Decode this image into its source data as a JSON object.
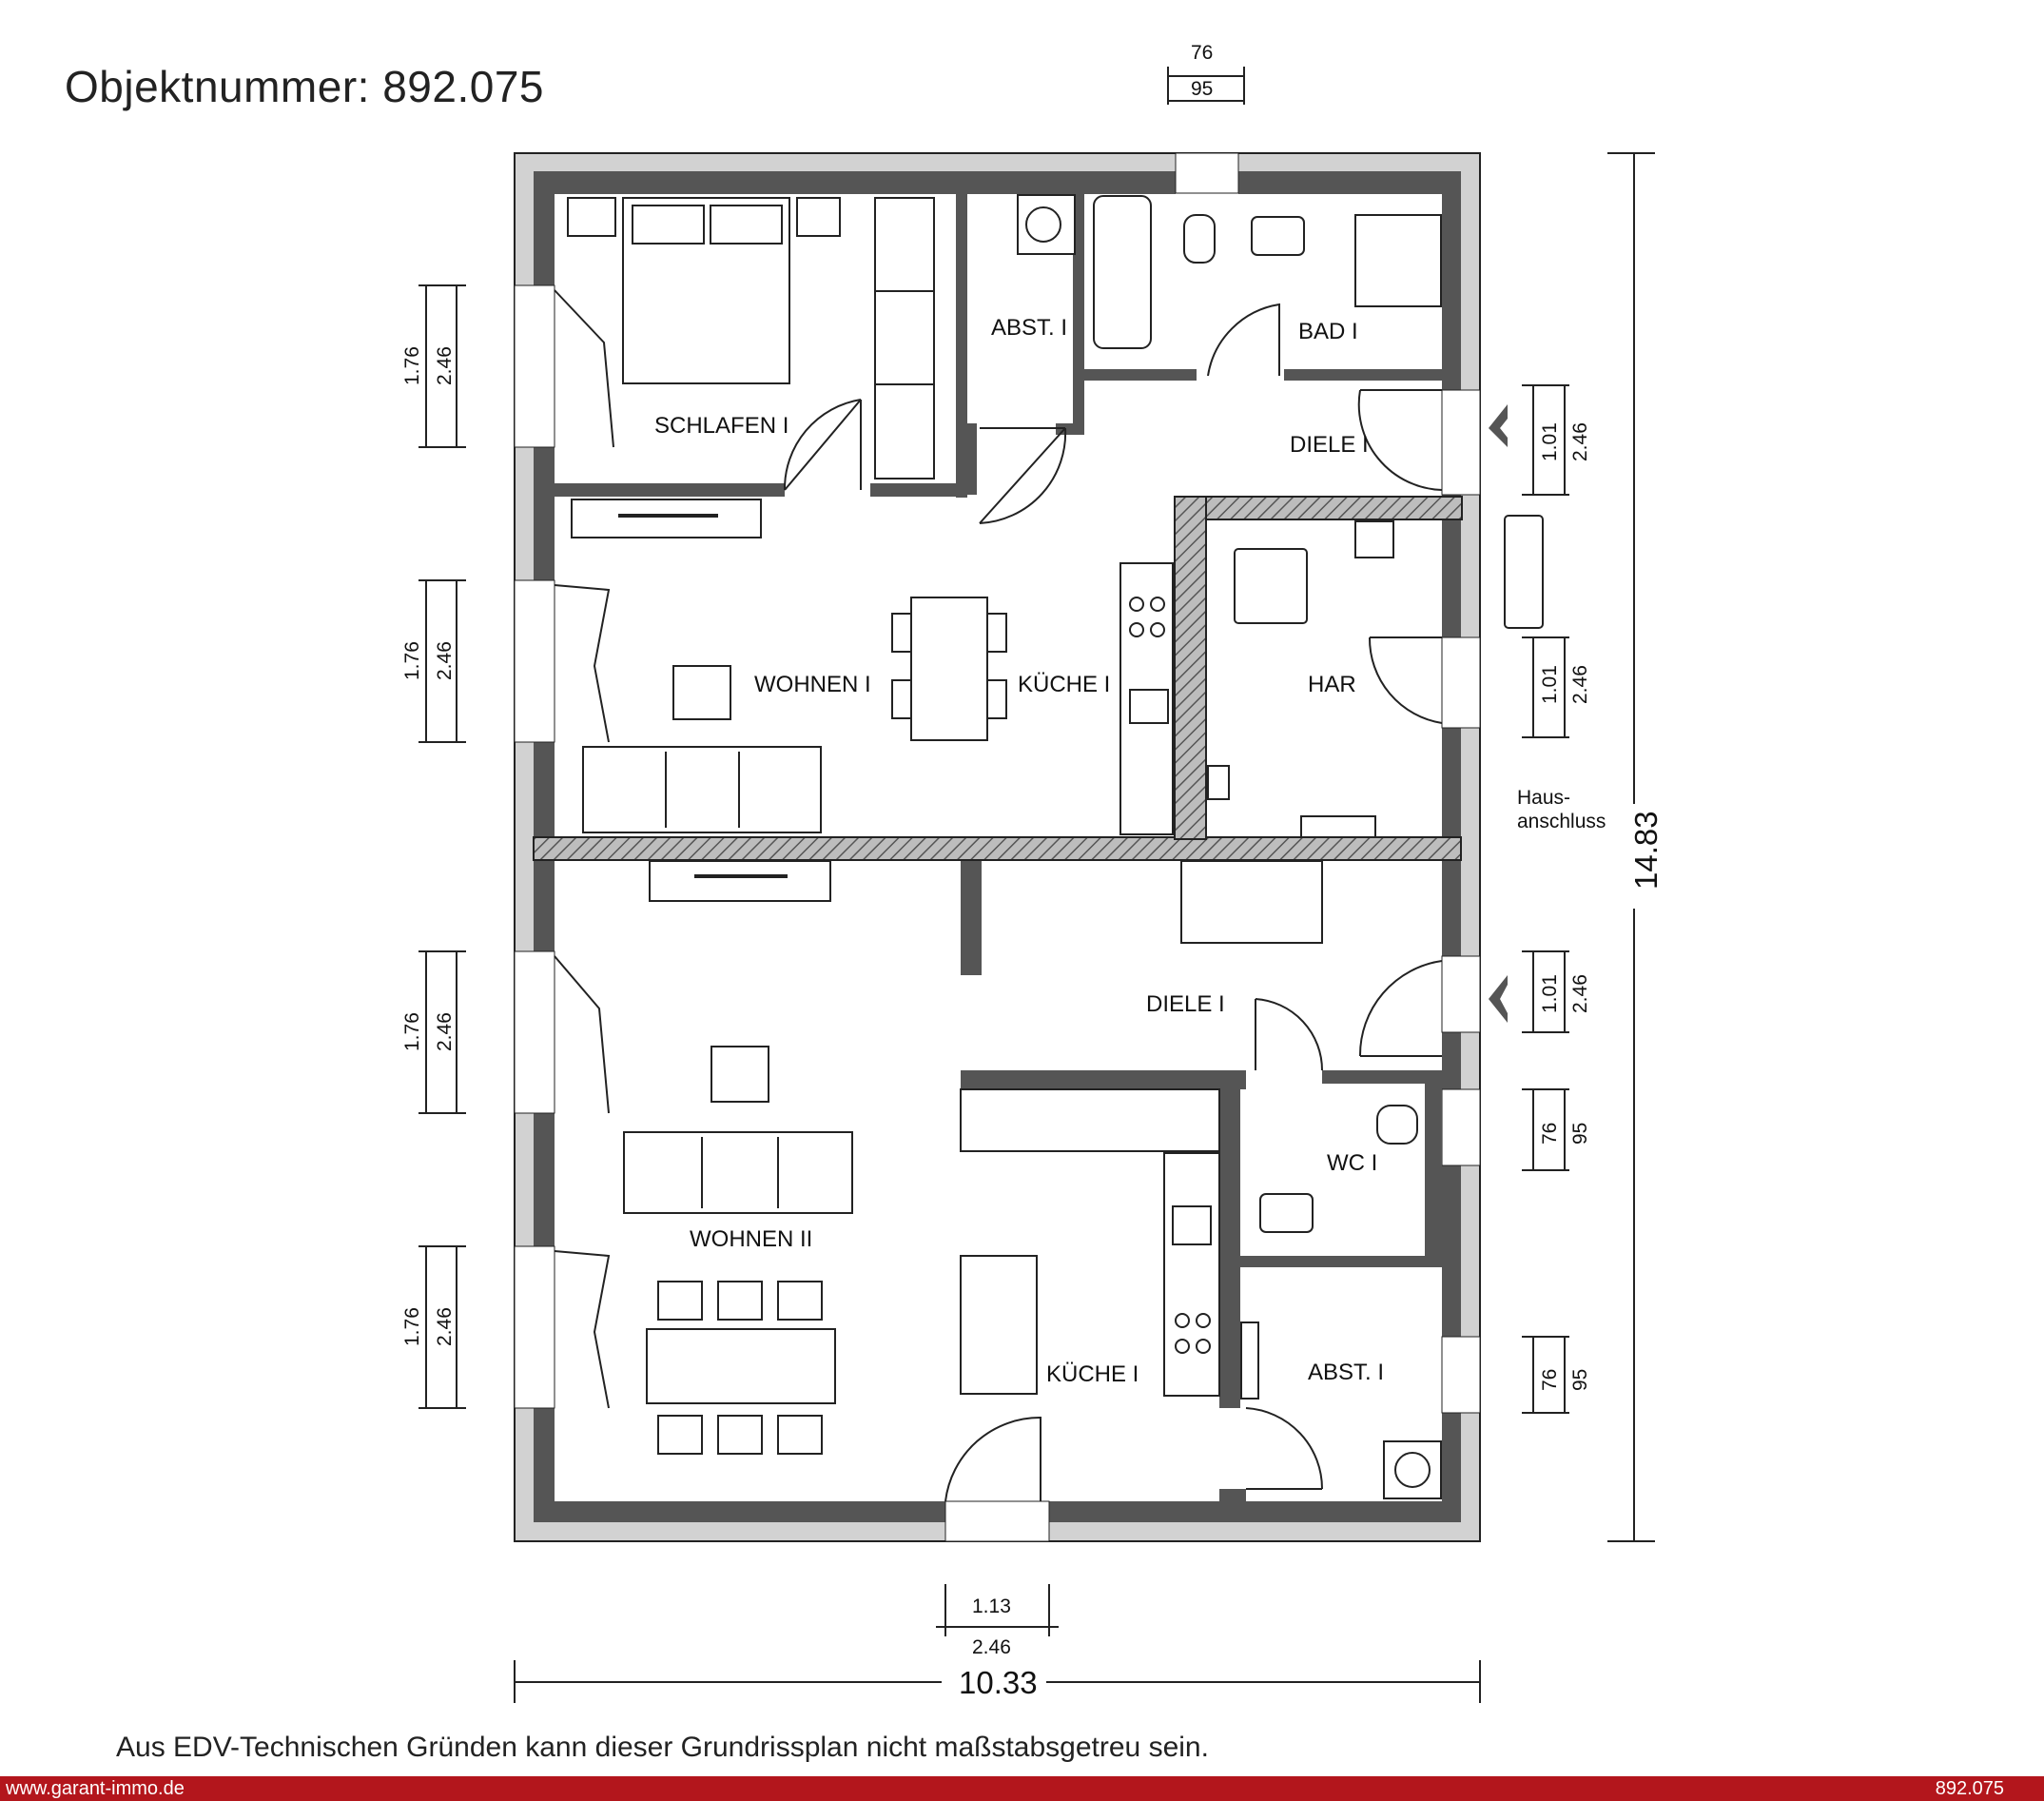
{
  "header": {
    "title": "Objektnummer: 892.075"
  },
  "rooms": {
    "schlafen": "SCHLAFEN I",
    "abst_upper": "ABST. I",
    "bad": "BAD I",
    "diele_upper": "DIELE I",
    "wohnen_upper": "WOHNEN I",
    "kueche_upper": "KÜCHE I",
    "har": "HAR",
    "hausanschluss_line1": "Haus-",
    "hausanschluss_line2": "anschluss",
    "diele_lower": "DIELE I",
    "wc": "WC I",
    "wohnen_lower": "WOHNEN II",
    "kueche_lower": "KÜCHE I",
    "abst_lower": "ABST. I"
  },
  "dimensions": {
    "top_window_w": "76",
    "top_window_h": "95",
    "left_1_w": "1.76",
    "left_1_h": "2.46",
    "left_2_w": "1.76",
    "left_2_h": "2.46",
    "left_3_w": "1.76",
    "left_3_h": "2.46",
    "left_4_w": "1.76",
    "left_4_h": "2.46",
    "right_1_w": "1.01",
    "right_1_h": "2.46",
    "right_2_w": "1.01",
    "right_2_h": "2.46",
    "right_3_w": "1.01",
    "right_3_h": "2.46",
    "right_4_w": "76",
    "right_4_h": "95",
    "right_5_w": "76",
    "right_5_h": "95",
    "bottom_door_w": "1.13",
    "bottom_door_h": "2.46",
    "total_width": "10.33",
    "total_height": "14.83"
  },
  "disclaimer": "Aus EDV-Technischen Gründen kann dieser Grundrissplan nicht maßstabsgetreu sein.",
  "footer": {
    "website": "www.garant-immo.de",
    "object_number": "892.075"
  }
}
